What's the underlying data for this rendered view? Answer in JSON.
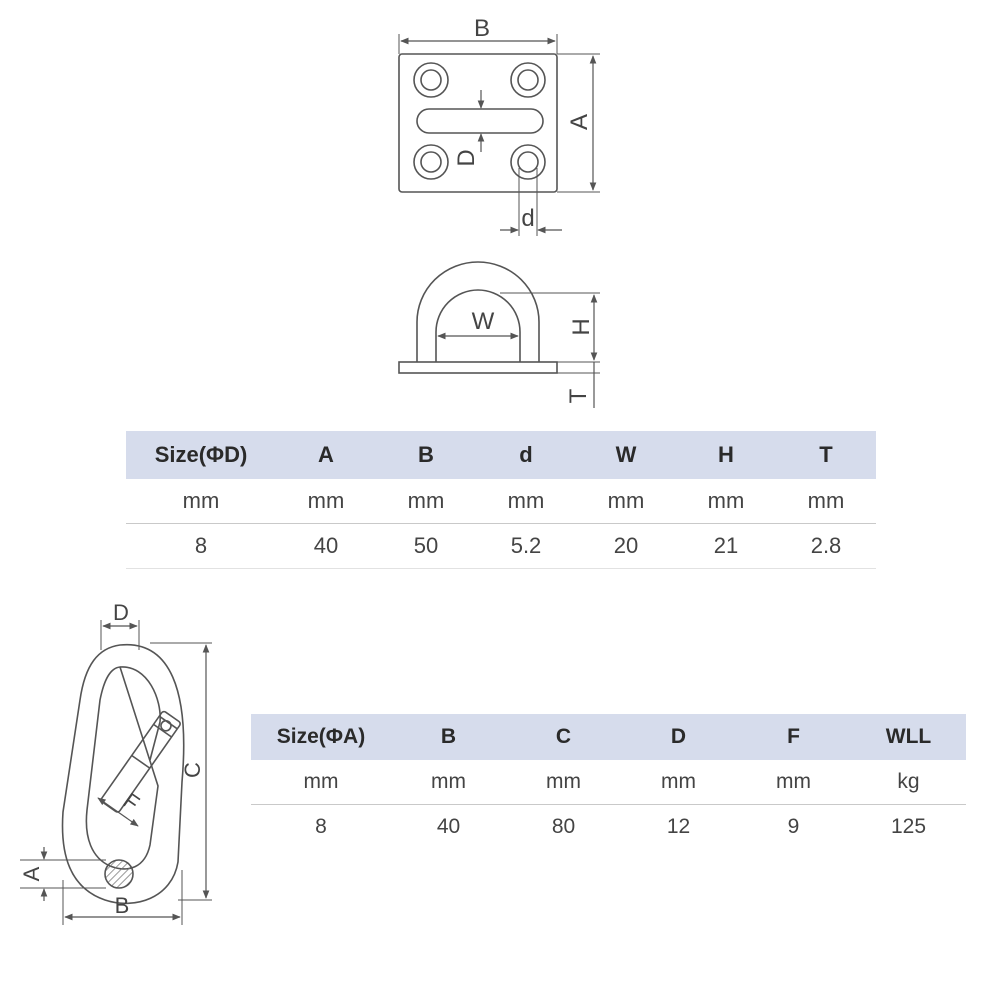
{
  "pad_eye": {
    "top_view_labels": {
      "B": "B",
      "A": "A",
      "D": "D",
      "d": "d"
    },
    "side_view_labels": {
      "W": "W",
      "H": "H",
      "T": "T"
    },
    "table": {
      "headers": [
        "Size(ΦD)",
        "A",
        "B",
        "d",
        "W",
        "H",
        "T"
      ],
      "units": [
        "mm",
        "mm",
        "mm",
        "mm",
        "mm",
        "mm",
        "mm"
      ],
      "values": [
        "8",
        "40",
        "50",
        "5.2",
        "20",
        "21",
        "2.8"
      ]
    }
  },
  "snap_hook": {
    "labels": {
      "D": "D",
      "C": "C",
      "F": "F",
      "A": "A",
      "B": "B"
    },
    "table": {
      "headers": [
        "Size(ΦA)",
        "B",
        "C",
        "D",
        "F",
        "WLL"
      ],
      "units": [
        "mm",
        "mm",
        "mm",
        "mm",
        "mm",
        "kg"
      ],
      "values": [
        "8",
        "40",
        "80",
        "12",
        "9",
        "125"
      ]
    }
  },
  "colors": {
    "header_bg": "#d6dcec",
    "line": "#555555"
  }
}
